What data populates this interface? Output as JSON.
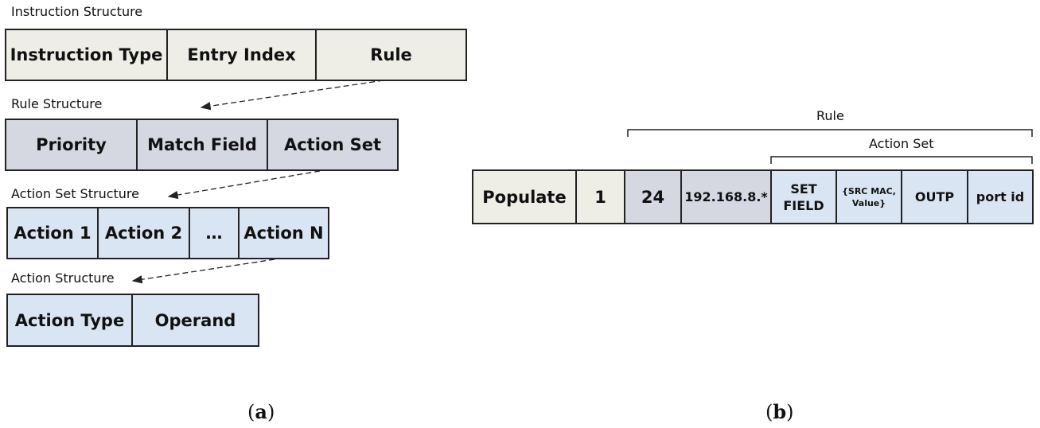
{
  "panel_a": {
    "instruction": {
      "title": "Instruction Structure",
      "fields": [
        "Instruction Type",
        "Entry Index",
        "Rule"
      ]
    },
    "rule": {
      "title": "Rule Structure",
      "fields": [
        "Priority",
        "Match Field",
        "Action Set"
      ]
    },
    "action_set": {
      "title": "Action Set Structure",
      "fields": [
        "Action 1",
        "Action 2",
        "…",
        "Action N"
      ]
    },
    "action": {
      "title": "Action Structure",
      "fields": [
        "Action Type",
        "Operand"
      ]
    },
    "caption_letter": "a"
  },
  "panel_b": {
    "bracket_rule": "Rule",
    "bracket_action_set": "Action Set",
    "cells": [
      "Populate",
      "1",
      "24",
      "192.168.8.*",
      "SET FIELD",
      "{SRC MAC, Value}",
      "OUTP",
      "port id"
    ],
    "caption_letter": "b"
  }
}
